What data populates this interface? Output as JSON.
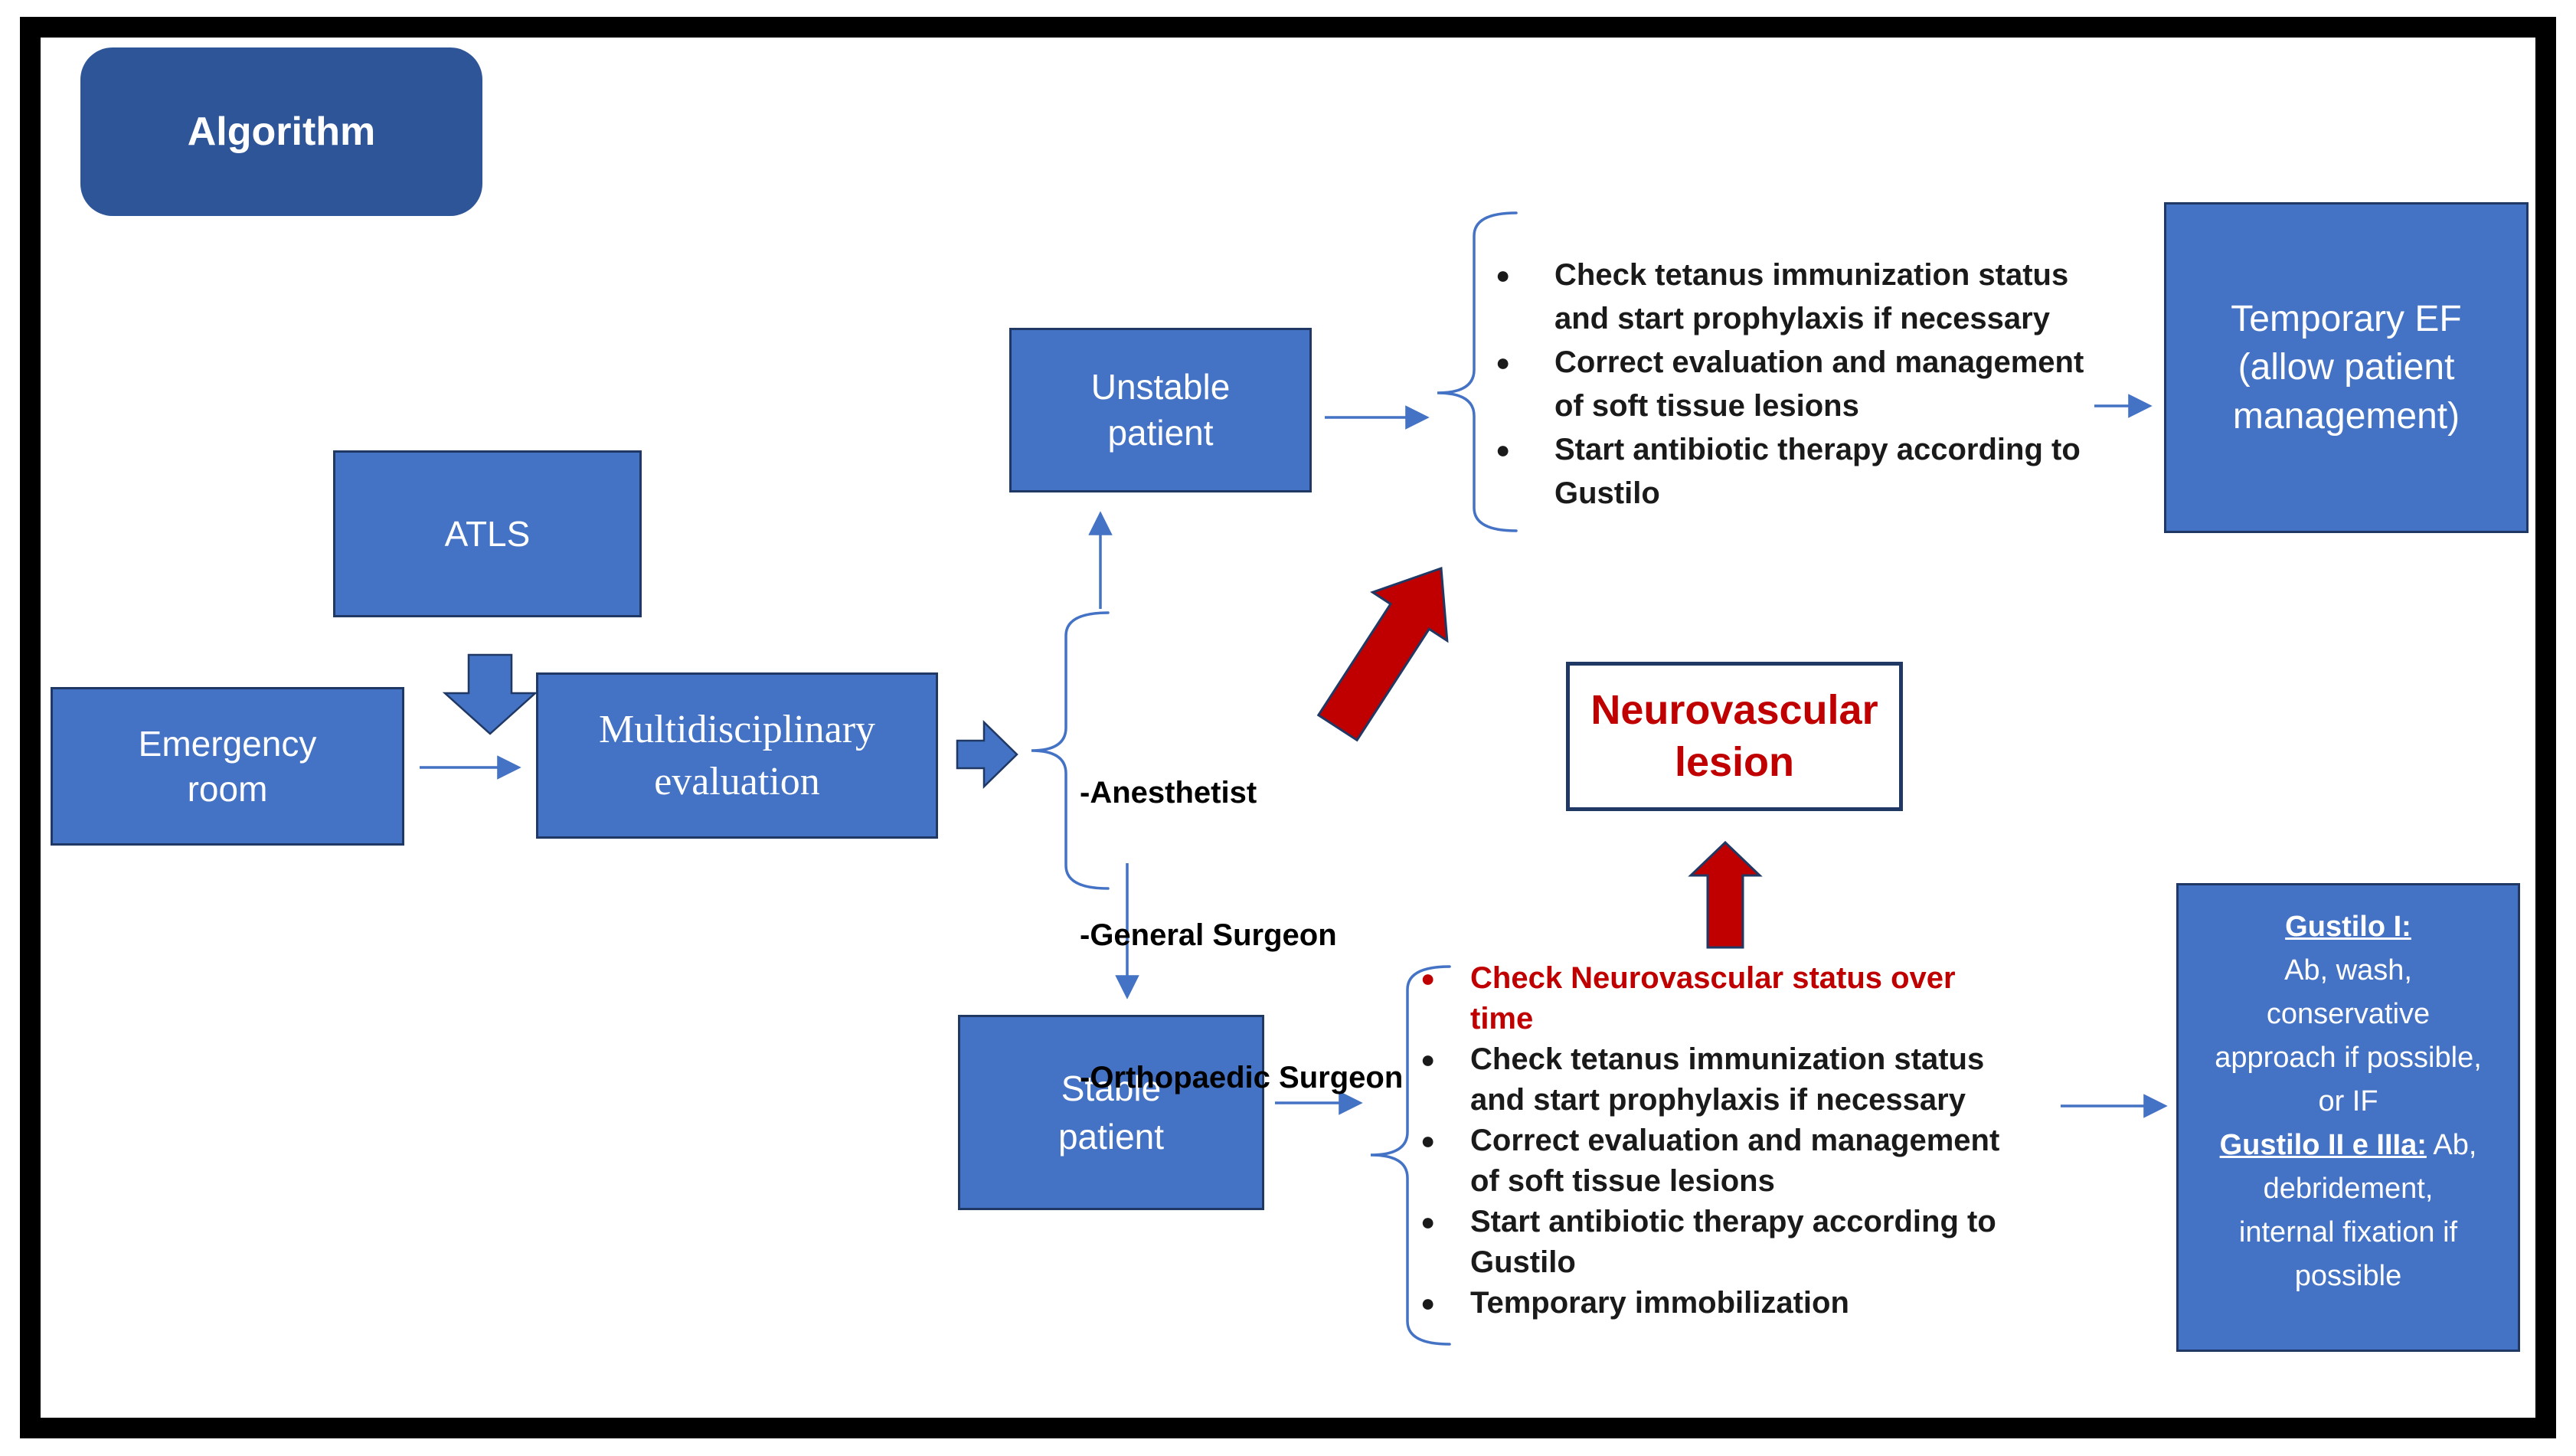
{
  "title": "Algorithm",
  "boxes": {
    "atls": "ATLS",
    "emergency_room": "Emergency\nroom",
    "multidisciplinary": "Multidisciplinary\nevaluation",
    "unstable_patient": "Unstable\npatient",
    "stable_patient": "Stable\npatient",
    "temporary_ef": "Temporary EF\n(allow patient\nmanagement)",
    "neurovascular_lesion": "Neurovascular\nlesion"
  },
  "team_list": {
    "0": "-Anesthetist",
    "1": "-General Surgeon",
    "2": "-Orthopaedic Surgeon"
  },
  "unstable_actions": {
    "0": "Check tetanus immunization status\nand start prophylaxis if necessary",
    "1": "Correct evaluation and management\nof soft tissue lesions",
    "2": "Start antibiotic therapy according to\nGustilo"
  },
  "stable_actions": {
    "0": "Check  Neurovascular status over\ntime",
    "1": "Check tetanus immunization status\nand start prophylaxis if necessary",
    "2": "Correct evaluation and management\nof soft tissue lesions",
    "3": "Start antibiotic therapy according to\nGustilo",
    "4": "Temporary immobilization"
  },
  "gustilo": {
    "lines": {
      "0": {
        "u": "Gustilo I:",
        "t": ""
      },
      "1": {
        "u": "",
        "t": "Ab, wash,"
      },
      "2": {
        "u": "",
        "t": "conservative"
      },
      "3": {
        "u": "",
        "t": "approach if possible,"
      },
      "4": {
        "u": "",
        "t": "or IF"
      },
      "5": {
        "u": "Gustilo II e IIIa:",
        "t": " Ab,"
      },
      "6": {
        "u": "",
        "t": "debridement,"
      },
      "7": {
        "u": "",
        "t": "internal fixation if"
      },
      "8": {
        "u": "",
        "t": "possible"
      }
    }
  },
  "colors": {
    "box_blue": "#4472C4",
    "title_blue": "#2E5597",
    "border_navy": "#1F3864",
    "arrow_blue": "#4472C4",
    "warning_red": "#C00000",
    "frame_black": "#000000",
    "text_white": "#FFFFFF",
    "text_black": "#1A1A1A"
  }
}
